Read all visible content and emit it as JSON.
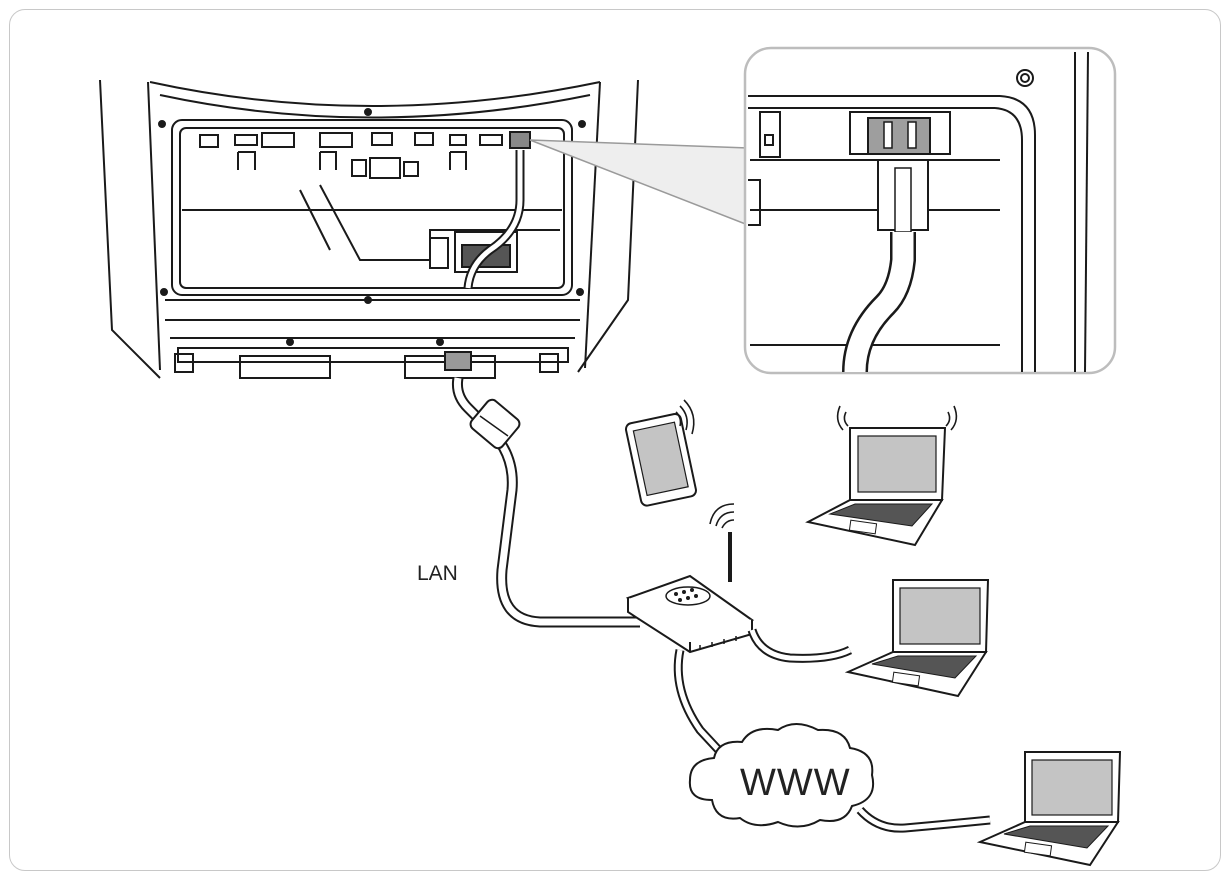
{
  "labels": {
    "lan": "LAN",
    "www": "WWW"
  },
  "colors": {
    "line": "#1a1a1a",
    "screen": "#c4c4c4",
    "body": "#ffffff",
    "frame_border": "#c8c8c8",
    "zoom_panel": "#eeeeee"
  },
  "components": {
    "inverter": "inverter-connection-area",
    "zoom": "rj45-socket-detail",
    "router": "network-router",
    "tablet": "tablet-wireless",
    "laptops": [
      "laptop-wireless",
      "laptop-wired",
      "laptop-remote"
    ],
    "cloud": "internet-cloud"
  }
}
